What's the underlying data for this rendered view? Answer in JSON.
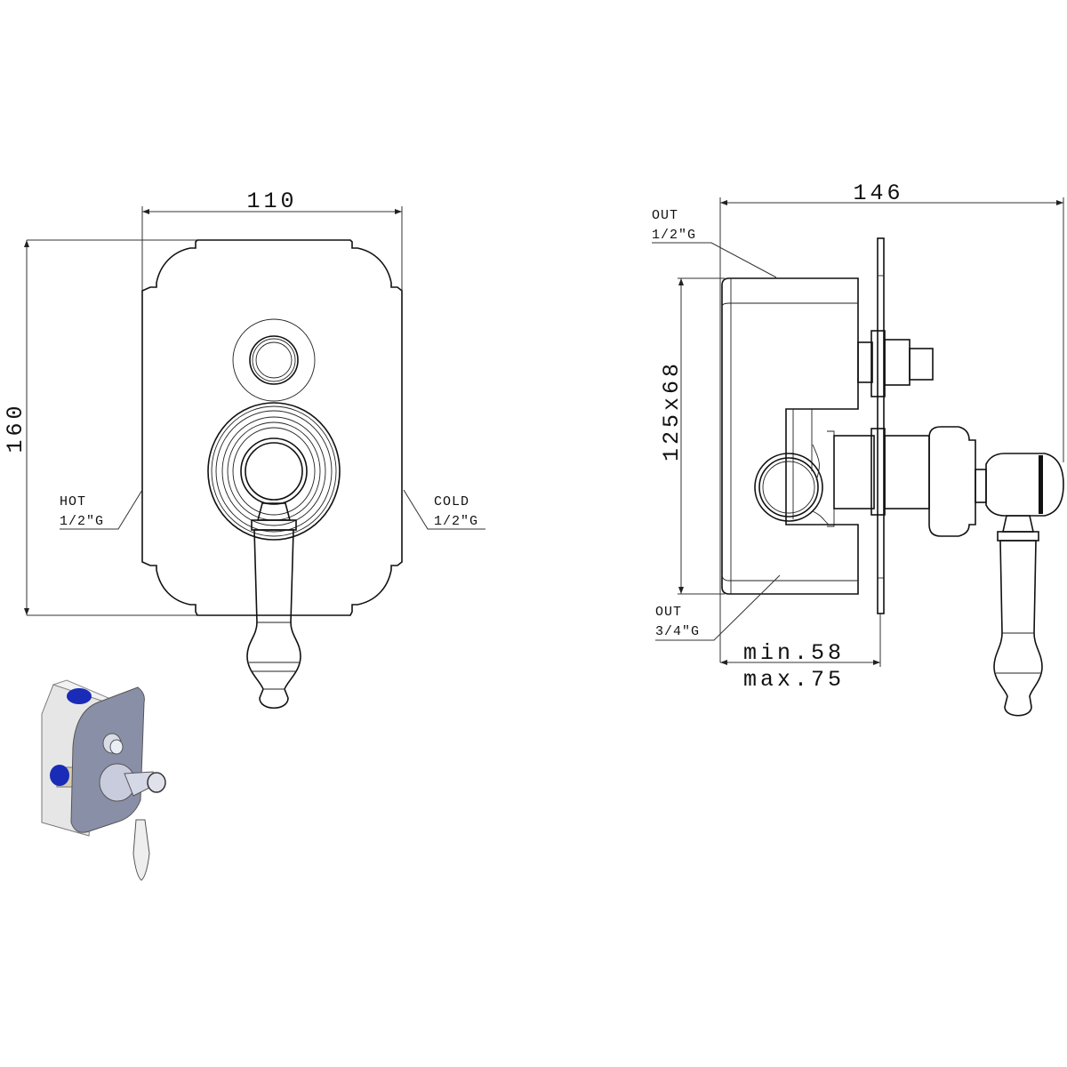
{
  "front_view": {
    "width_dim": "110",
    "height_dim": "160",
    "hot_label": "HOT",
    "hot_size": "1/2\"G",
    "cold_label": "COLD",
    "cold_size": "1/2\"G"
  },
  "side_view": {
    "depth_dim": "146",
    "box_dim": "125x68",
    "out_top_label": "OUT",
    "out_top_size": "1/2\"G",
    "out_bottom_label": "OUT",
    "out_bottom_size": "3/4\"G",
    "min_depth": "min.58",
    "max_depth": "max.75"
  },
  "colors": {
    "line": "#111111",
    "plate_iso": "#8a8fa8",
    "cap_iso": "#1a2bb8",
    "box_iso": "#e6e6e6"
  }
}
